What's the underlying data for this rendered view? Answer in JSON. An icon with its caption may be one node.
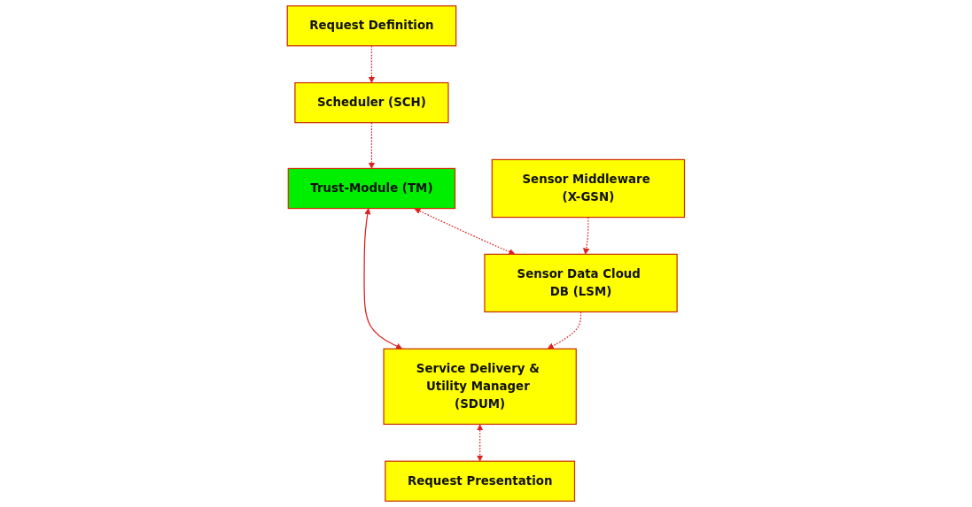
{
  "diagram": {
    "nodes": [
      {
        "text": [
          "Request Definition"
        ]
      },
      {
        "text": [
          "Service Delivery & Utility Manager (SDUM)"
        ]
      },
      {
        "text": [
          "Request Presentation"
        ]
      },
      {
        "text": [
          "Scheduler (SCH)"
        ]
      },
      {
        "text": [
          "Trust-Module (TM)"
        ]
      },
      {
        "text": [
          "Sensor Data Cloud DB (LSM)"
        ]
      },
      {
        "text": [
          "Sensor Middleware (X-GSN)"
        ]
      }
    ],
    "edges": [
      {
        "from": 0,
        "to": 3,
        "arrow": "to",
        "style": "dashed"
      },
      {
        "from": 1,
        "to": 2,
        "arrow": "both",
        "style": "dashed"
      },
      {
        "from": 1,
        "to": 4,
        "arrow": "both"
      },
      {
        "from": 3,
        "to": 4,
        "arrow": "to",
        "style": "dashed"
      },
      {
        "from": 5,
        "to": 1,
        "arrow": "to",
        "style": "dashed"
      },
      {
        "from": 4,
        "to": 5,
        "arrow": "both",
        "style": "dashed"
      },
      {
        "from": 6,
        "to": 5,
        "arrow": "to",
        "style": "dashed"
      }
    ]
  }
}
